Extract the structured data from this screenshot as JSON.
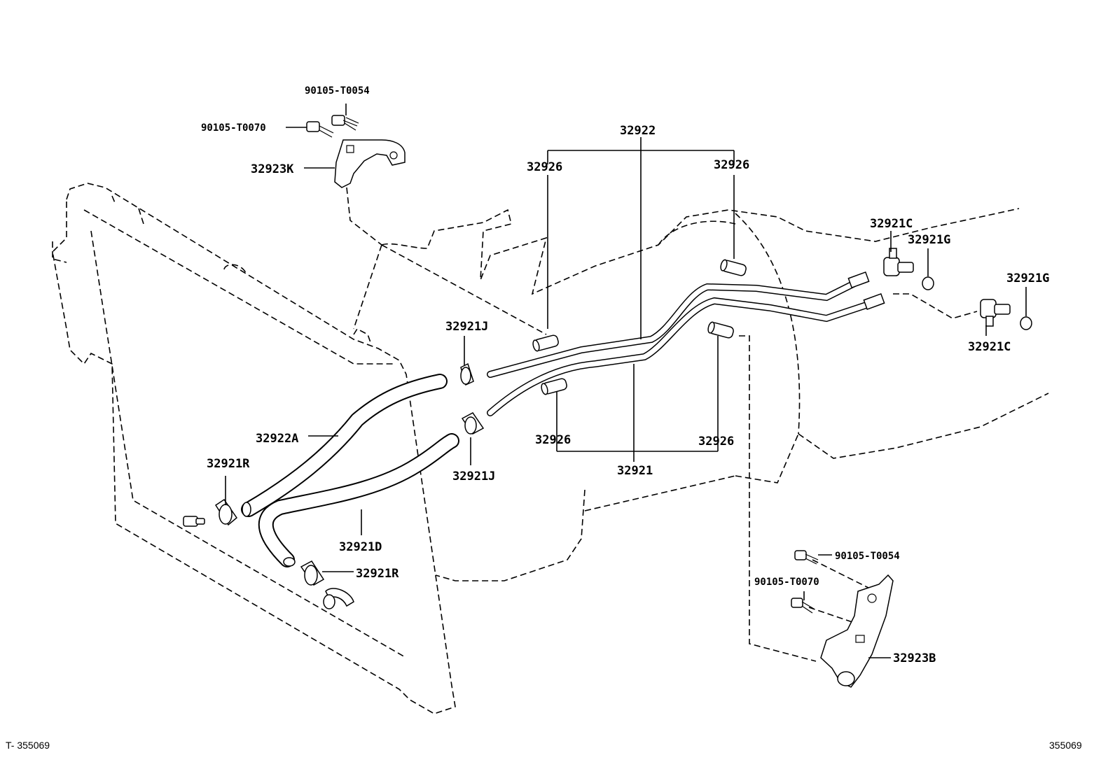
{
  "diagram": {
    "labels": {
      "bolt_top_1": "90105-T0054",
      "bolt_top_2": "90105-T0070",
      "bracket_top": "32923K",
      "pipe_assy_upper": "32922",
      "grommet_ul": "32926",
      "grommet_ur": "32926",
      "union_upper": "32921C",
      "gasket_upper": "32921G",
      "gasket_lower": "32921G",
      "union_lower": "32921C",
      "clamp_j_upper": "32921J",
      "clamp_j_lower": "32921J",
      "hose_a": "32922A",
      "clamp_r_upper": "32921R",
      "hose_d": "32921D",
      "clamp_r_lower": "32921R",
      "grommet_ll": "32926",
      "grommet_lr": "32926",
      "pipe_assy_lower": "32921",
      "bolt_bottom_1": "90105-T0054",
      "bolt_bottom_2": "90105-T0070",
      "bracket_bottom": "32923B"
    },
    "footer": {
      "left_ref": "T- 355069",
      "right_ref": "355069"
    }
  }
}
